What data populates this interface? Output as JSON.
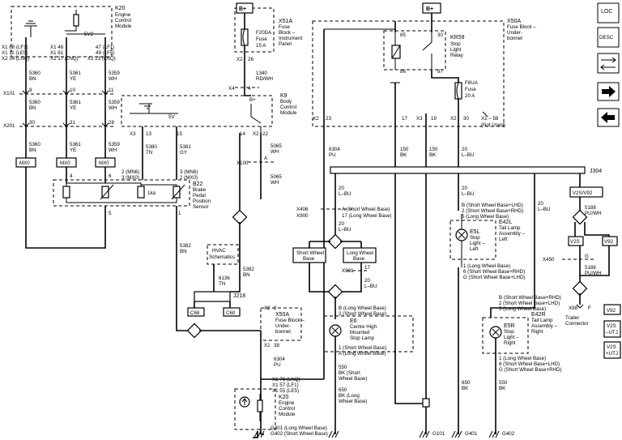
{
  "supply": {
    "b_plus_left": "B+",
    "b_plus_right": "B+"
  },
  "modules": {
    "k20_top": {
      "id": "K20",
      "name_lines": [
        "Engine",
        "Control",
        "Module"
      ]
    },
    "x51a": {
      "id": "X51A",
      "name_lines": [
        "Fuse",
        "Block –",
        "Instrument",
        "Panel"
      ],
      "fuse_id": "F20DA",
      "fuse_label": "Fuse",
      "fuse_rating": "15 A",
      "pin_top": "X2",
      "pin_top_num": "26"
    },
    "x50a_top": {
      "id": "X50A",
      "name_lines": [
        "Fuse Block –",
        "Under-",
        "bonnet"
      ]
    },
    "kr59": {
      "id": "KR59",
      "name_lines": [
        "Stop",
        "Light",
        "Relay"
      ],
      "pin_85": "85",
      "pin_30": "30",
      "pin_86": "86",
      "pin_87": "87"
    },
    "f8ua": {
      "id": "F8UA",
      "label": "Fuse",
      "rating": "20 A"
    },
    "k9": {
      "id": "K9",
      "name_lines": [
        "Body",
        "Control",
        "Module"
      ],
      "b_plus": "B+",
      "v5": "5V"
    },
    "b22": {
      "id": "B22",
      "name_lines": [
        "Brake",
        "Pedal",
        "Position",
        "Sensor"
      ],
      "mid": "1ka"
    },
    "hvac": {
      "lines": [
        "HVAC",
        "Schematics"
      ]
    },
    "j218": {
      "id": "J218"
    },
    "x50a_mid": {
      "id": "X50A",
      "name_lines": [
        "Fuse Block –",
        "Under-",
        "bonnet"
      ]
    },
    "k20_bottom": {
      "id": "K20",
      "name_lines": [
        "Engine",
        "Control",
        "Module"
      ],
      "pins": [
        "X1  78 (LNQ)",
        "X1  57 (LF1)",
        "X1  55 (LE5)"
      ]
    },
    "e6": {
      "id": "E6",
      "name_lines": [
        "Centre High",
        "Mounted",
        "Stop Lamp"
      ]
    },
    "e5l": {
      "id": "E5L",
      "name_lines": [
        "Stop",
        "Light –",
        "Left"
      ]
    },
    "e42l": {
      "id": "E42L",
      "name_lines": [
        "Tail Lamp",
        "Assembly –",
        "Left"
      ]
    },
    "e5r": {
      "id": "E5R",
      "name_lines": [
        "Stop",
        "Light –",
        "Right"
      ]
    },
    "e42r": {
      "id": "E42R",
      "name_lines": [
        "Tail Lamp",
        "Assembly –",
        "Right"
      ]
    },
    "x88": {
      "id": "X88",
      "name_lines": [
        "Trailer",
        "Connector"
      ],
      "pin": "F"
    },
    "j304": {
      "id": "J304"
    },
    "v2s_v92": {
      "label": "V2S/V92"
    },
    "v2s": {
      "label": "V2S"
    },
    "v92": {
      "label": "V92"
    }
  },
  "wires": {
    "ecm_pins_left": [
      "X1  68 (LF1)",
      "X1  11 (LE5)",
      "X2  34 (LNQ)"
    ],
    "ecm_pins_mid": [
      "X1  46",
      "X1  61",
      "X1  17 (LNQ)"
    ],
    "ecm_pins_right": [
      "47  (LF1)",
      "49  (LF5)",
      "X2  23 (LNQ)"
    ],
    "sv2": "5V2",
    "c5360": "5360",
    "c5361": "5361",
    "c5359": "5359",
    "bn": "BN",
    "ye": "YE",
    "wh": "WH",
    "x101": "X101",
    "x201": "X201",
    "x101_pins": [
      "9",
      "10",
      "11"
    ],
    "x201_pins": [
      "30",
      "31",
      "28"
    ],
    "mx0": "MX0",
    "c1340": "1340",
    "rd_wh": "RD/WH",
    "x4": "X4",
    "p4": "4",
    "c5380": "5380",
    "tn": "TN",
    "c5381": "5381",
    "gy": "GY",
    "k9_x3": "X3",
    "k9_13": "13",
    "k9_15": "15",
    "k9_14": "14",
    "k9_x2": "X2",
    "k9_22": "22",
    "c5065": "5065",
    "x100": "X100",
    "x100_a": "A",
    "mn6": "2 (MN6)",
    "mx0_p3": "3 (MX0)",
    "mn6b": "3 (MN6)",
    "mx0_p2": "2 (MX0)",
    "b22_pins": [
      "4",
      "6",
      "5",
      "1"
    ],
    "c5382": "5382",
    "c6136": "6136",
    "c68": "C68",
    "c60": "C60",
    "x2_23": [
      "X2",
      "23"
    ],
    "pins_17_x3": [
      "17",
      "X3"
    ],
    "p19": "19",
    "x2_30": [
      "X2",
      "30"
    ],
    "x1_58": "X1 – 58",
    "not_used": "(Not Used)",
    "c6304": "6304",
    "pu": "PU",
    "c150": "150",
    "bk": "BK",
    "c20": "20",
    "l_bu": "L–BU",
    "x406": "X406",
    "x900": "X900",
    "x406_a": "A (Short Wheel Base)",
    "x900_17": "17 (Long Wheel Base)",
    "swb": [
      "Short Wheel",
      "Base"
    ],
    "lwb": [
      "Long Wheel",
      "Base"
    ],
    "x901": "X901",
    "e6_b": "B (Long Wheel Base)",
    "e6_2": "2 (Short Wheel Base)",
    "e6_1": "1 (Short Wheel Base)",
    "e6_a": "A (Long Wheel Base)",
    "c550": "550",
    "bk_swb": [
      "BK (Short",
      "Wheel Base)"
    ],
    "c650": "650",
    "bk_lwb": [
      "BK (Long",
      "Wheel Base)"
    ],
    "e5l_top": [
      "B (Short Wheel Base+LHD)",
      "2 (Short Wheel Base+RHD)",
      "5 (Long Wheel Base)"
    ],
    "e5l_bot": [
      "1 (Long Wheel Base)",
      "6 (Short Wheel Base+RHD)",
      "G (Short Wheel Base+LHD)"
    ],
    "e5r_top": [
      "B (Short Wheel Base+RHD)",
      "2 (Short Wheel Base+LHD)",
      "5 (Long Wheel Base)"
    ],
    "e5r_bot": [
      "1 (Long Wheel Base)",
      "6 (Short Wheel Base+LHD)",
      "G (Short Wheel Base+RHD)"
    ],
    "c5188": "5188",
    "pu_wh": "PU/WH",
    "x450": "X450",
    "x450_g": "G",
    "x2_mid": "X2",
    "x2_mid_2": "2",
    "x1_mid": "X1",
    "x1_mid_38": "38",
    "grounds": [
      [
        "G401 (Long Wheel Base)",
        "G402 (Short Wheel Base)"
      ],
      "G101",
      "G401",
      "G402"
    ]
  },
  "sidebar": {
    "loc": "LOC",
    "desc": "DESC",
    "trailer_options": [
      "V92",
      "V2S –UTJ",
      "V2S +UTJ"
    ]
  }
}
